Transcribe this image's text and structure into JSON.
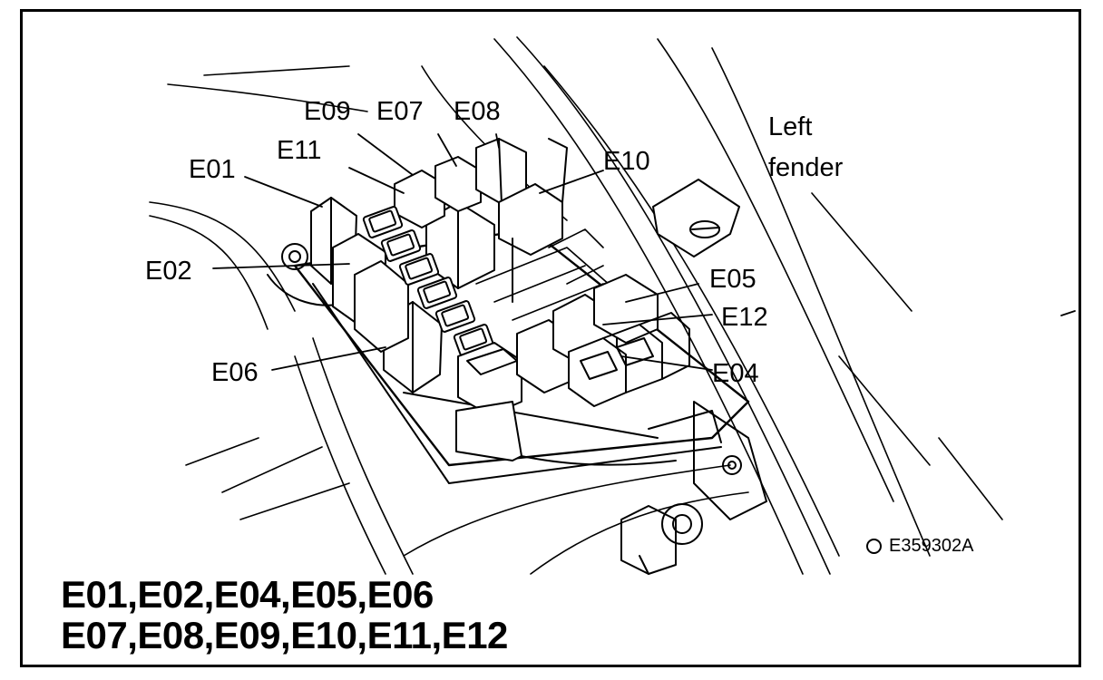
{
  "labels": {
    "E01": "E01",
    "E02": "E02",
    "E04": "E04",
    "E05": "E05",
    "E06": "E06",
    "E07": "E07",
    "E08": "E08",
    "E09": "E09",
    "E10": "E10",
    "E11": "E11",
    "E12": "E12"
  },
  "fender": {
    "line1": "Left",
    "line2": "fender"
  },
  "figure_id": "E359302A",
  "summary": {
    "line1": "E01,E02,E04,E05,E06",
    "line2": "E07,E08,E09,E10,E11,E12"
  }
}
